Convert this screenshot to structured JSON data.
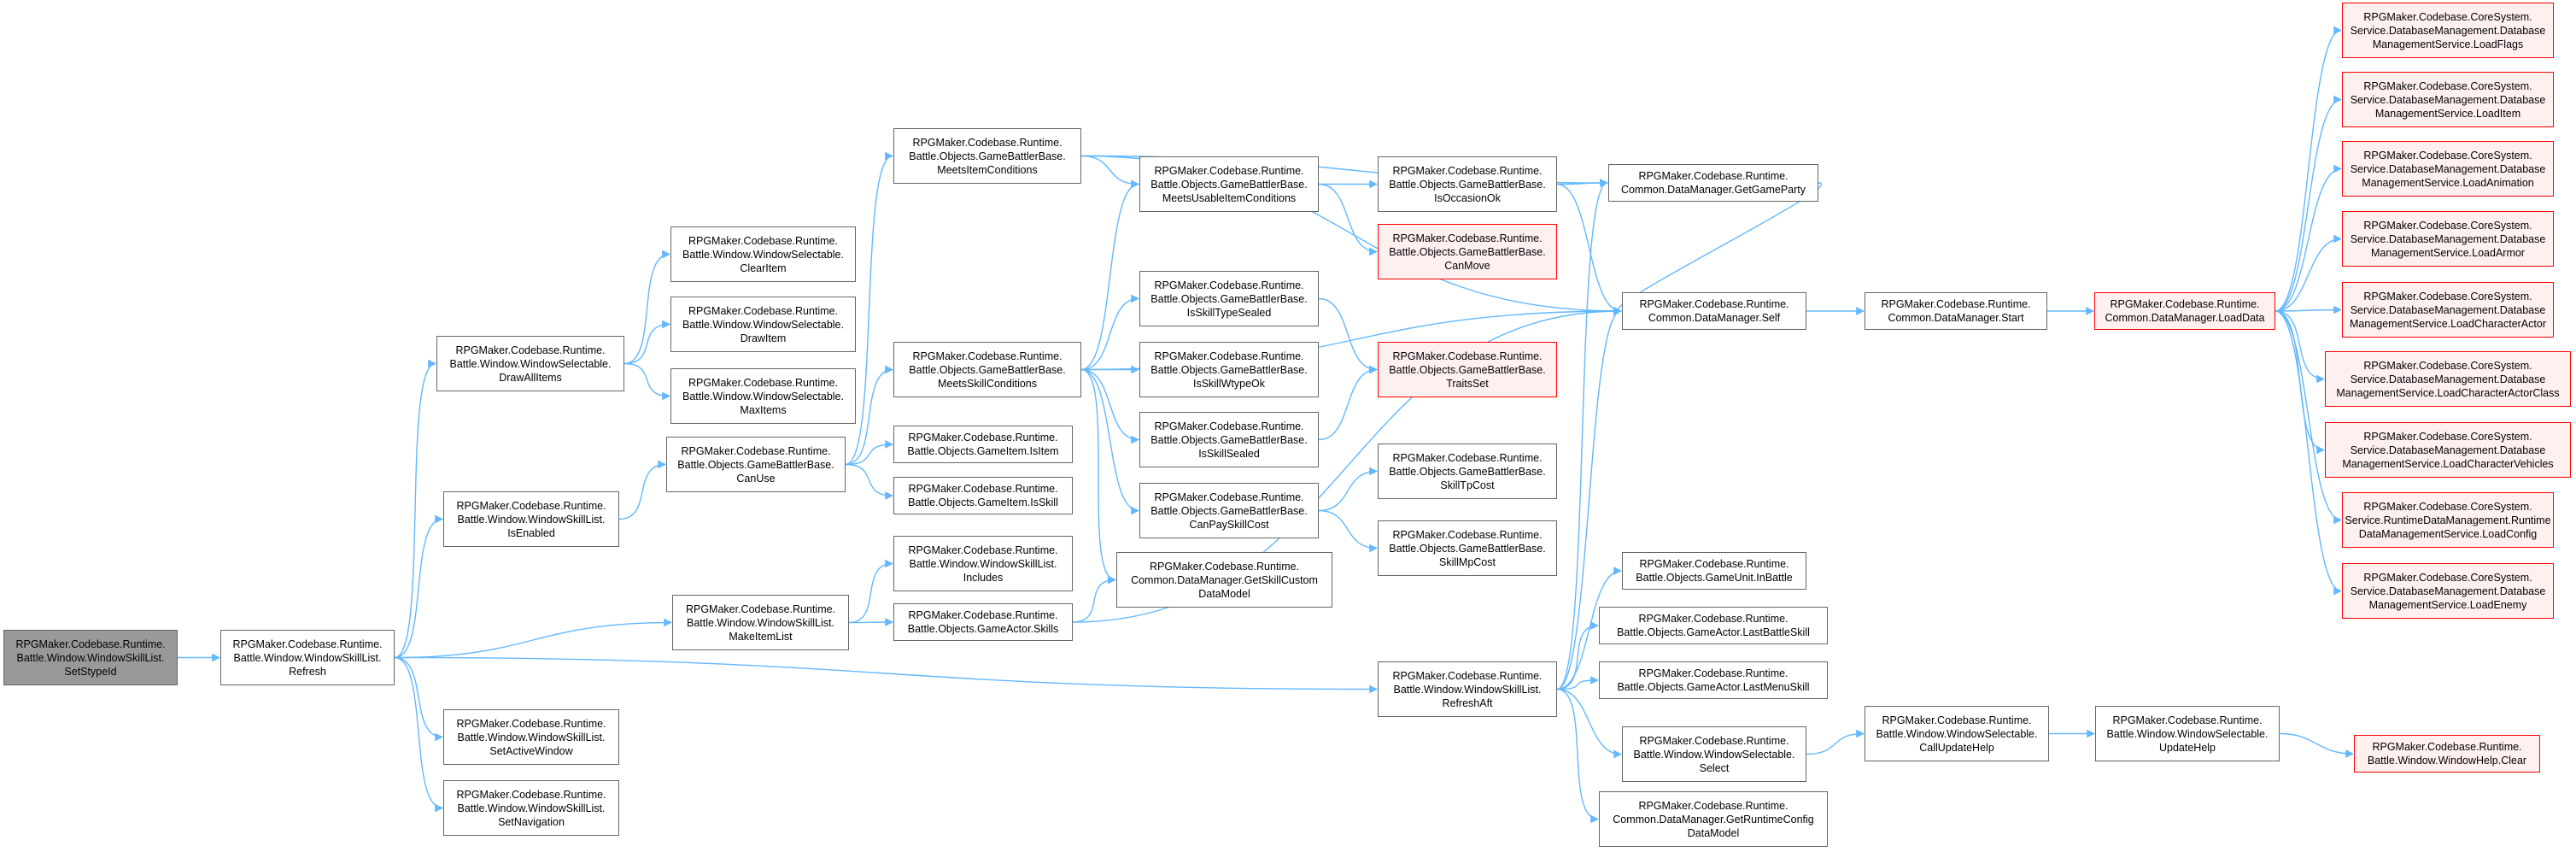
{
  "colors": {
    "edge": "#63b8ff",
    "node_border": "#666666",
    "missing_border": "#ff0000",
    "missing_fill": "#fff0f0",
    "current_fill": "#999999"
  },
  "nodes": [
    {
      "id": "setstypeid",
      "style": "current",
      "lines": [
        "RPGMaker.Codebase.Runtime.",
        "Battle.Window.WindowSkillList.",
        "SetStypeId"
      ]
    },
    {
      "id": "refresh",
      "lines": [
        "RPGMaker.Codebase.Runtime.",
        "Battle.Window.WindowSkillList.",
        "Refresh"
      ]
    },
    {
      "id": "drawallitems",
      "lines": [
        "RPGMaker.Codebase.Runtime.",
        "Battle.Window.WindowSelectable.",
        "DrawAllItems"
      ]
    },
    {
      "id": "isenabled",
      "lines": [
        "RPGMaker.Codebase.Runtime.",
        "Battle.Window.WindowSkillList.",
        "IsEnabled"
      ]
    },
    {
      "id": "setactivewindow",
      "lines": [
        "RPGMaker.Codebase.Runtime.",
        "Battle.Window.WindowSkillList.",
        "SetActiveWindow"
      ]
    },
    {
      "id": "setnavigation",
      "lines": [
        "RPGMaker.Codebase.Runtime.",
        "Battle.Window.WindowSkillList.",
        "SetNavigation"
      ]
    },
    {
      "id": "clearitem",
      "lines": [
        "RPGMaker.Codebase.Runtime.",
        "Battle.Window.WindowSelectable.",
        "ClearItem"
      ]
    },
    {
      "id": "drawitem",
      "lines": [
        "RPGMaker.Codebase.Runtime.",
        "Battle.Window.WindowSelectable.",
        "DrawItem"
      ]
    },
    {
      "id": "maxitems",
      "lines": [
        "RPGMaker.Codebase.Runtime.",
        "Battle.Window.WindowSelectable.",
        "MaxItems"
      ]
    },
    {
      "id": "canuse",
      "lines": [
        "RPGMaker.Codebase.Runtime.",
        "Battle.Objects.GameBattlerBase.",
        "CanUse"
      ]
    },
    {
      "id": "makeitemlist",
      "lines": [
        "RPGMaker.Codebase.Runtime.",
        "Battle.Window.WindowSkillList.",
        "MakeItemList"
      ]
    },
    {
      "id": "meetsitemconditions",
      "lines": [
        "RPGMaker.Codebase.Runtime.",
        "Battle.Objects.GameBattlerBase.",
        "MeetsItemConditions"
      ]
    },
    {
      "id": "meetsskillconditions",
      "lines": [
        "RPGMaker.Codebase.Runtime.",
        "Battle.Objects.GameBattlerBase.",
        "MeetsSkillConditions"
      ]
    },
    {
      "id": "isitem",
      "lines": [
        "RPGMaker.Codebase.Runtime.",
        "Battle.Objects.GameItem.IsItem"
      ]
    },
    {
      "id": "isskill",
      "lines": [
        "RPGMaker.Codebase.Runtime.",
        "Battle.Objects.GameItem.IsSkill"
      ]
    },
    {
      "id": "includes",
      "lines": [
        "RPGMaker.Codebase.Runtime.",
        "Battle.Window.WindowSkillList.",
        "Includes"
      ]
    },
    {
      "id": "skills",
      "lines": [
        "RPGMaker.Codebase.Runtime.",
        "Battle.Objects.GameActor.Skills"
      ]
    },
    {
      "id": "meetsusableitemconditions",
      "lines": [
        "RPGMaker.Codebase.Runtime.",
        "Battle.Objects.GameBattlerBase.",
        "MeetsUsableItemConditions"
      ]
    },
    {
      "id": "isskilltypesealed",
      "lines": [
        "RPGMaker.Codebase.Runtime.",
        "Battle.Objects.GameBattlerBase.",
        "IsSkillTypeSealed"
      ]
    },
    {
      "id": "isskillwtypeok",
      "lines": [
        "RPGMaker.Codebase.Runtime.",
        "Battle.Objects.GameBattlerBase.",
        "IsSkillWtypeOk"
      ]
    },
    {
      "id": "isskillsealed",
      "lines": [
        "RPGMaker.Codebase.Runtime.",
        "Battle.Objects.GameBattlerBase.",
        "IsSkillSealed"
      ]
    },
    {
      "id": "canpayskillcost",
      "lines": [
        "RPGMaker.Codebase.Runtime.",
        "Battle.Objects.GameBattlerBase.",
        "CanPaySkillCost"
      ]
    },
    {
      "id": "getskillcustomdatamodel",
      "lines": [
        "RPGMaker.Codebase.Runtime.",
        "Common.DataManager.GetSkillCustom",
        "DataModel"
      ]
    },
    {
      "id": "isoccasionok",
      "lines": [
        "RPGMaker.Codebase.Runtime.",
        "Battle.Objects.GameBattlerBase.",
        "IsOccasionOk"
      ]
    },
    {
      "id": "canmove",
      "style": "missing",
      "lines": [
        "RPGMaker.Codebase.Runtime.",
        "Battle.Objects.GameBattlerBase.",
        "CanMove"
      ]
    },
    {
      "id": "traitsset",
      "style": "missing",
      "lines": [
        "RPGMaker.Codebase.Runtime.",
        "Battle.Objects.GameBattlerBase.",
        "TraitsSet"
      ]
    },
    {
      "id": "skilltpcost",
      "lines": [
        "RPGMaker.Codebase.Runtime.",
        "Battle.Objects.GameBattlerBase.",
        "SkillTpCost"
      ]
    },
    {
      "id": "skillmpcost",
      "lines": [
        "RPGMaker.Codebase.Runtime.",
        "Battle.Objects.GameBattlerBase.",
        "SkillMpCost"
      ]
    },
    {
      "id": "refreshaft",
      "lines": [
        "RPGMaker.Codebase.Runtime.",
        "Battle.Window.WindowSkillList.",
        "RefreshAft"
      ]
    },
    {
      "id": "getgameparty",
      "lines": [
        "RPGMaker.Codebase.Runtime.",
        "Common.DataManager.GetGameParty"
      ]
    },
    {
      "id": "self",
      "lines": [
        "RPGMaker.Codebase.Runtime.",
        "Common.DataManager.Self"
      ]
    },
    {
      "id": "inbattle",
      "lines": [
        "RPGMaker.Codebase.Runtime.",
        "Battle.Objects.GameUnit.InBattle"
      ]
    },
    {
      "id": "lastbattleskill",
      "lines": [
        "RPGMaker.Codebase.Runtime.",
        "Battle.Objects.GameActor.LastBattleSkill"
      ]
    },
    {
      "id": "lastmenuskill",
      "lines": [
        "RPGMaker.Codebase.Runtime.",
        "Battle.Objects.GameActor.LastMenuSkill"
      ]
    },
    {
      "id": "select",
      "lines": [
        "RPGMaker.Codebase.Runtime.",
        "Battle.Window.WindowSelectable.",
        "Select"
      ]
    },
    {
      "id": "getruntimeconfigdatamodel",
      "lines": [
        "RPGMaker.Codebase.Runtime.",
        "Common.DataManager.GetRuntimeConfig",
        "DataModel"
      ]
    },
    {
      "id": "start",
      "lines": [
        "RPGMaker.Codebase.Runtime.",
        "Common.DataManager.Start"
      ]
    },
    {
      "id": "callupdatehelp",
      "lines": [
        "RPGMaker.Codebase.Runtime.",
        "Battle.Window.WindowSelectable.",
        "CallUpdateHelp"
      ]
    },
    {
      "id": "updatehelp",
      "lines": [
        "RPGMaker.Codebase.Runtime.",
        "Battle.Window.WindowSelectable.",
        "UpdateHelp"
      ]
    },
    {
      "id": "windowhelpclear",
      "style": "missing",
      "lines": [
        "RPGMaker.Codebase.Runtime.",
        "Battle.Window.WindowHelp.Clear"
      ]
    },
    {
      "id": "loaddata",
      "style": "missing",
      "lines": [
        "RPGMaker.Codebase.Runtime.",
        "Common.DataManager.LoadData"
      ]
    },
    {
      "id": "loadflags",
      "style": "missing",
      "lines": [
        "RPGMaker.Codebase.CoreSystem.",
        "Service.DatabaseManagement.Database",
        "ManagementService.LoadFlags"
      ]
    },
    {
      "id": "loaditem",
      "style": "missing",
      "lines": [
        "RPGMaker.Codebase.CoreSystem.",
        "Service.DatabaseManagement.Database",
        "ManagementService.LoadItem"
      ]
    },
    {
      "id": "loadanimation",
      "style": "missing",
      "lines": [
        "RPGMaker.Codebase.CoreSystem.",
        "Service.DatabaseManagement.Database",
        "ManagementService.LoadAnimation"
      ]
    },
    {
      "id": "loadarmor",
      "style": "missing",
      "lines": [
        "RPGMaker.Codebase.CoreSystem.",
        "Service.DatabaseManagement.Database",
        "ManagementService.LoadArmor"
      ]
    },
    {
      "id": "loadcharacteractor",
      "style": "missing",
      "lines": [
        "RPGMaker.Codebase.CoreSystem.",
        "Service.DatabaseManagement.Database",
        "ManagementService.LoadCharacterActor"
      ]
    },
    {
      "id": "loadcharacteractorclass",
      "style": "missing",
      "lines": [
        "RPGMaker.Codebase.CoreSystem.",
        "Service.DatabaseManagement.Database",
        "ManagementService.LoadCharacterActorClass"
      ]
    },
    {
      "id": "loadcharactervehicles",
      "style": "missing",
      "lines": [
        "RPGMaker.Codebase.CoreSystem.",
        "Service.DatabaseManagement.Database",
        "ManagementService.LoadCharacterVehicles"
      ]
    },
    {
      "id": "loadconfig",
      "style": "missing",
      "lines": [
        "RPGMaker.Codebase.CoreSystem.",
        "Service.RuntimeDataManagement.Runtime",
        "DataManagementService.LoadConfig"
      ]
    },
    {
      "id": "loadenemy",
      "style": "missing",
      "lines": [
        "RPGMaker.Codebase.CoreSystem.",
        "Service.DatabaseManagement.Database",
        "ManagementService.LoadEnemy"
      ]
    }
  ],
  "edges": [
    [
      "setstypeid",
      "refresh"
    ],
    [
      "refresh",
      "drawallitems"
    ],
    [
      "refresh",
      "isenabled"
    ],
    [
      "refresh",
      "makeitemlist"
    ],
    [
      "refresh",
      "refreshaft"
    ],
    [
      "refresh",
      "setactivewindow"
    ],
    [
      "refresh",
      "setnavigation"
    ],
    [
      "drawallitems",
      "clearitem"
    ],
    [
      "drawallitems",
      "drawitem"
    ],
    [
      "drawallitems",
      "maxitems"
    ],
    [
      "isenabled",
      "canuse"
    ],
    [
      "canuse",
      "meetsitemconditions"
    ],
    [
      "canuse",
      "meetsskillconditions"
    ],
    [
      "canuse",
      "isitem"
    ],
    [
      "canuse",
      "isskill"
    ],
    [
      "makeitemlist",
      "includes"
    ],
    [
      "makeitemlist",
      "skills"
    ],
    [
      "meetsitemconditions",
      "meetsusableitemconditions"
    ],
    [
      "meetsitemconditions",
      "getgameparty"
    ],
    [
      "meetsitemconditions",
      "self"
    ],
    [
      "meetsskillconditions",
      "meetsusableitemconditions"
    ],
    [
      "meetsskillconditions",
      "isskilltypesealed"
    ],
    [
      "meetsskillconditions",
      "isskillwtypeok"
    ],
    [
      "meetsskillconditions",
      "isskillsealed"
    ],
    [
      "meetsskillconditions",
      "canpayskillcost"
    ],
    [
      "meetsskillconditions",
      "getskillcustomdatamodel"
    ],
    [
      "meetsskillconditions",
      "self"
    ],
    [
      "skills",
      "getskillcustomdatamodel"
    ],
    [
      "skills",
      "self"
    ],
    [
      "meetsusableitemconditions",
      "isoccasionok"
    ],
    [
      "meetsusableitemconditions",
      "canmove"
    ],
    [
      "isoccasionok",
      "getgameparty"
    ],
    [
      "isoccasionok",
      "self"
    ],
    [
      "isskilltypesealed",
      "traitsset"
    ],
    [
      "isskillsealed",
      "traitsset"
    ],
    [
      "canpayskillcost",
      "skilltpcost"
    ],
    [
      "canpayskillcost",
      "skillmpcost"
    ],
    [
      "refreshaft",
      "getgameparty"
    ],
    [
      "refreshaft",
      "self"
    ],
    [
      "refreshaft",
      "inbattle"
    ],
    [
      "refreshaft",
      "lastbattleskill"
    ],
    [
      "refreshaft",
      "lastmenuskill"
    ],
    [
      "refreshaft",
      "select"
    ],
    [
      "refreshaft",
      "getruntimeconfigdatamodel"
    ],
    [
      "getgameparty",
      "self"
    ],
    [
      "self",
      "start"
    ],
    [
      "start",
      "loaddata"
    ],
    [
      "select",
      "callupdatehelp"
    ],
    [
      "callupdatehelp",
      "updatehelp"
    ],
    [
      "updatehelp",
      "windowhelpclear"
    ],
    [
      "loaddata",
      "loadflags"
    ],
    [
      "loaddata",
      "loaditem"
    ],
    [
      "loaddata",
      "loadanimation"
    ],
    [
      "loaddata",
      "loadarmor"
    ],
    [
      "loaddata",
      "loadcharacteractor"
    ],
    [
      "loaddata",
      "loadcharacteractorclass"
    ],
    [
      "loaddata",
      "loadcharactervehicles"
    ],
    [
      "loaddata",
      "loadconfig"
    ],
    [
      "loaddata",
      "loadenemy"
    ]
  ]
}
